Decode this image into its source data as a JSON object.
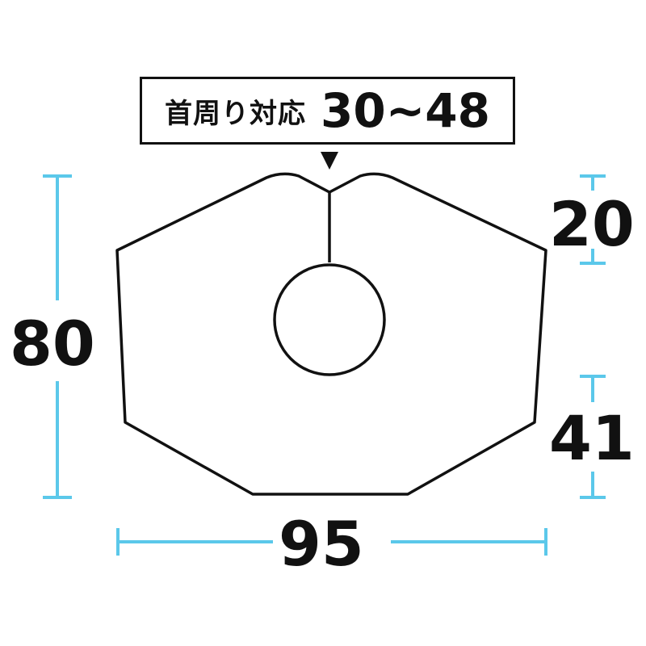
{
  "callout": {
    "label": "首周り対応",
    "range": "30~48"
  },
  "dimensions": {
    "height": "80",
    "width": "95",
    "shoulder_drop": "20",
    "side_length": "41"
  },
  "colors": {
    "outline": "#111111",
    "dimension_line": "#5bc8ea",
    "background": "#ffffff"
  }
}
